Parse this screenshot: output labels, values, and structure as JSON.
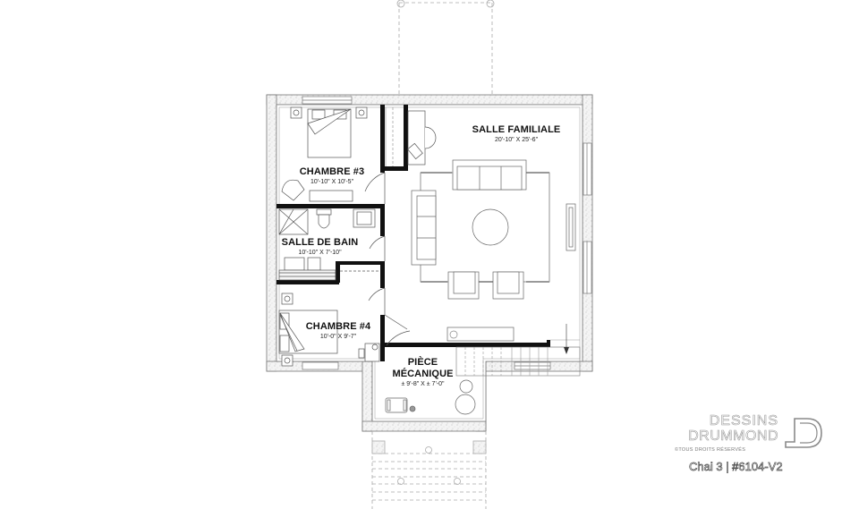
{
  "plan": {
    "type": "basement floor plan",
    "rooms": [
      {
        "id": "chambre3",
        "name": "CHAMBRE #3",
        "dimensions": "10'-10\" X 10'-5\""
      },
      {
        "id": "salle_familiale",
        "name": "SALLE FAMILIALE",
        "dimensions": "20'-10\" X 25'-6\""
      },
      {
        "id": "salle_de_bain",
        "name": "SALLE DE BAIN",
        "dimensions": "10'-10\" X 7'-10\""
      },
      {
        "id": "chambre4",
        "name": "CHAMBRE #4",
        "dimensions": "10'-0\" X 9'-7\""
      },
      {
        "id": "piece_mecanique",
        "name_line1": "PIÈCE",
        "name_line2": "MÉCANIQUE",
        "dimensions": "± 9'-8\" X ± 7'-0\""
      }
    ],
    "colors": {
      "wall": "#111111",
      "outline": "#666666",
      "dashed": "#9a9a9a",
      "logo": "#9a9a9a"
    }
  },
  "branding": {
    "logo_line1": "DESSINS",
    "logo_line2": "DRUMMOND",
    "rights": "©TOUS DROITS RÉSERVÉS",
    "plan_name": "Chai 3 | #6104-V2"
  }
}
